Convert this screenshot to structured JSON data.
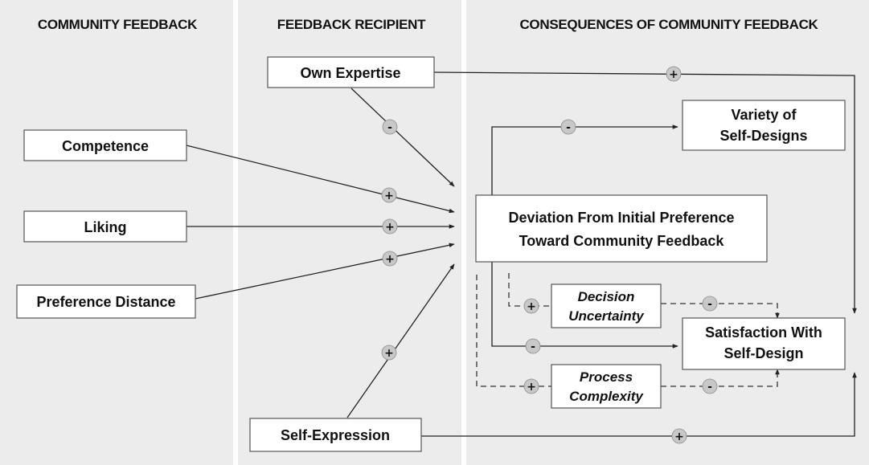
{
  "columns": {
    "left": "COMMUNITY FEEDBACK",
    "middle": "FEEDBACK RECIPIENT",
    "right": "CONSEQUENCES OF COMMUNITY FEEDBACK"
  },
  "boxes": {
    "own_expertise": "Own Expertise",
    "competence": "Competence",
    "liking": "Liking",
    "preference_distance": "Preference Distance",
    "self_expression": "Self-Expression",
    "variety_line1": "Variety of",
    "variety_line2": "Self-Designs",
    "deviation_line1": "Deviation From Initial Preference",
    "deviation_line2": "Toward Community Feedback",
    "decision_line1": "Decision",
    "decision_line2": "Uncertainty",
    "process_line1": "Process",
    "process_line2": "Complexity",
    "satisfaction_line1": "Satisfaction With",
    "satisfaction_line2": "Self-Design"
  },
  "signs": {
    "own_expertise_to_satisfaction": "+",
    "own_expertise_to_deviation": "-",
    "competence_to_deviation": "+",
    "liking_to_deviation": "+",
    "preference_distance_to_deviation": "+",
    "self_expression_to_deviation": "+",
    "deviation_to_variety": "-",
    "deviation_to_decision_uncertainty": "+",
    "decision_uncertainty_to_satisfaction": "-",
    "deviation_to_satisfaction": "-",
    "deviation_to_process_complexity": "+",
    "process_complexity_to_satisfaction": "-",
    "self_expression_to_satisfaction": "+"
  }
}
